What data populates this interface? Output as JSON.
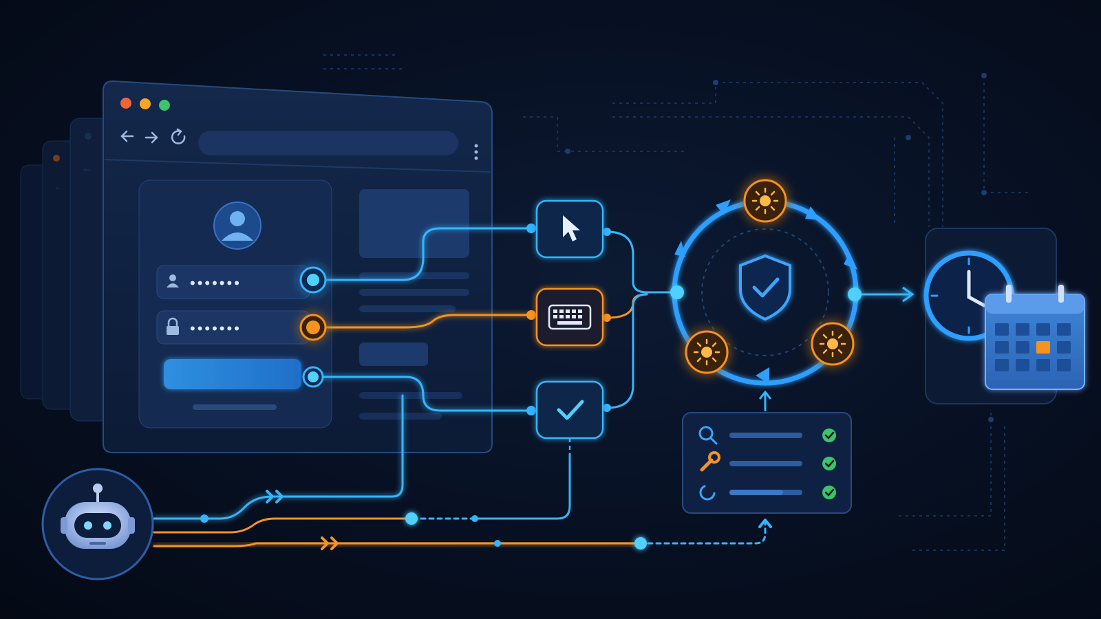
{
  "browser": {
    "window_controls": [
      "#f0643c",
      "#f5a623",
      "#3cc46b"
    ],
    "nav_icons": [
      "back-arrow-icon",
      "forward-arrow-icon",
      "reload-icon",
      "kebab-menu-icon"
    ],
    "login_form": {
      "username_value": "•••••••",
      "password_value": "•••••••",
      "avatar_icon": "user-avatar-icon"
    }
  },
  "actions": [
    {
      "name": "click",
      "icon": "cursor-icon",
      "accent": "#34b6ff"
    },
    {
      "name": "type",
      "icon": "keyboard-icon",
      "accent": "#f7931e"
    },
    {
      "name": "verify",
      "icon": "checkmark-icon",
      "accent": "#34b6ff"
    }
  ],
  "cycle": {
    "center_icon": "shield-check-icon",
    "node_icons": [
      "sun-icon",
      "sun-icon",
      "sun-icon"
    ]
  },
  "checklist": {
    "rows": [
      {
        "icon": "search-icon",
        "status": "done"
      },
      {
        "icon": "wrench-icon",
        "status": "done"
      },
      {
        "icon": "spinner-icon",
        "status": "done"
      }
    ]
  },
  "schedule": {
    "icons": [
      "clock-icon",
      "calendar-icon"
    ]
  },
  "agent": {
    "icon": "robot-icon"
  },
  "colors": {
    "blue": "#34b6ff",
    "orange": "#f7931e",
    "green": "#3cc46b",
    "panel": "#10213f"
  }
}
